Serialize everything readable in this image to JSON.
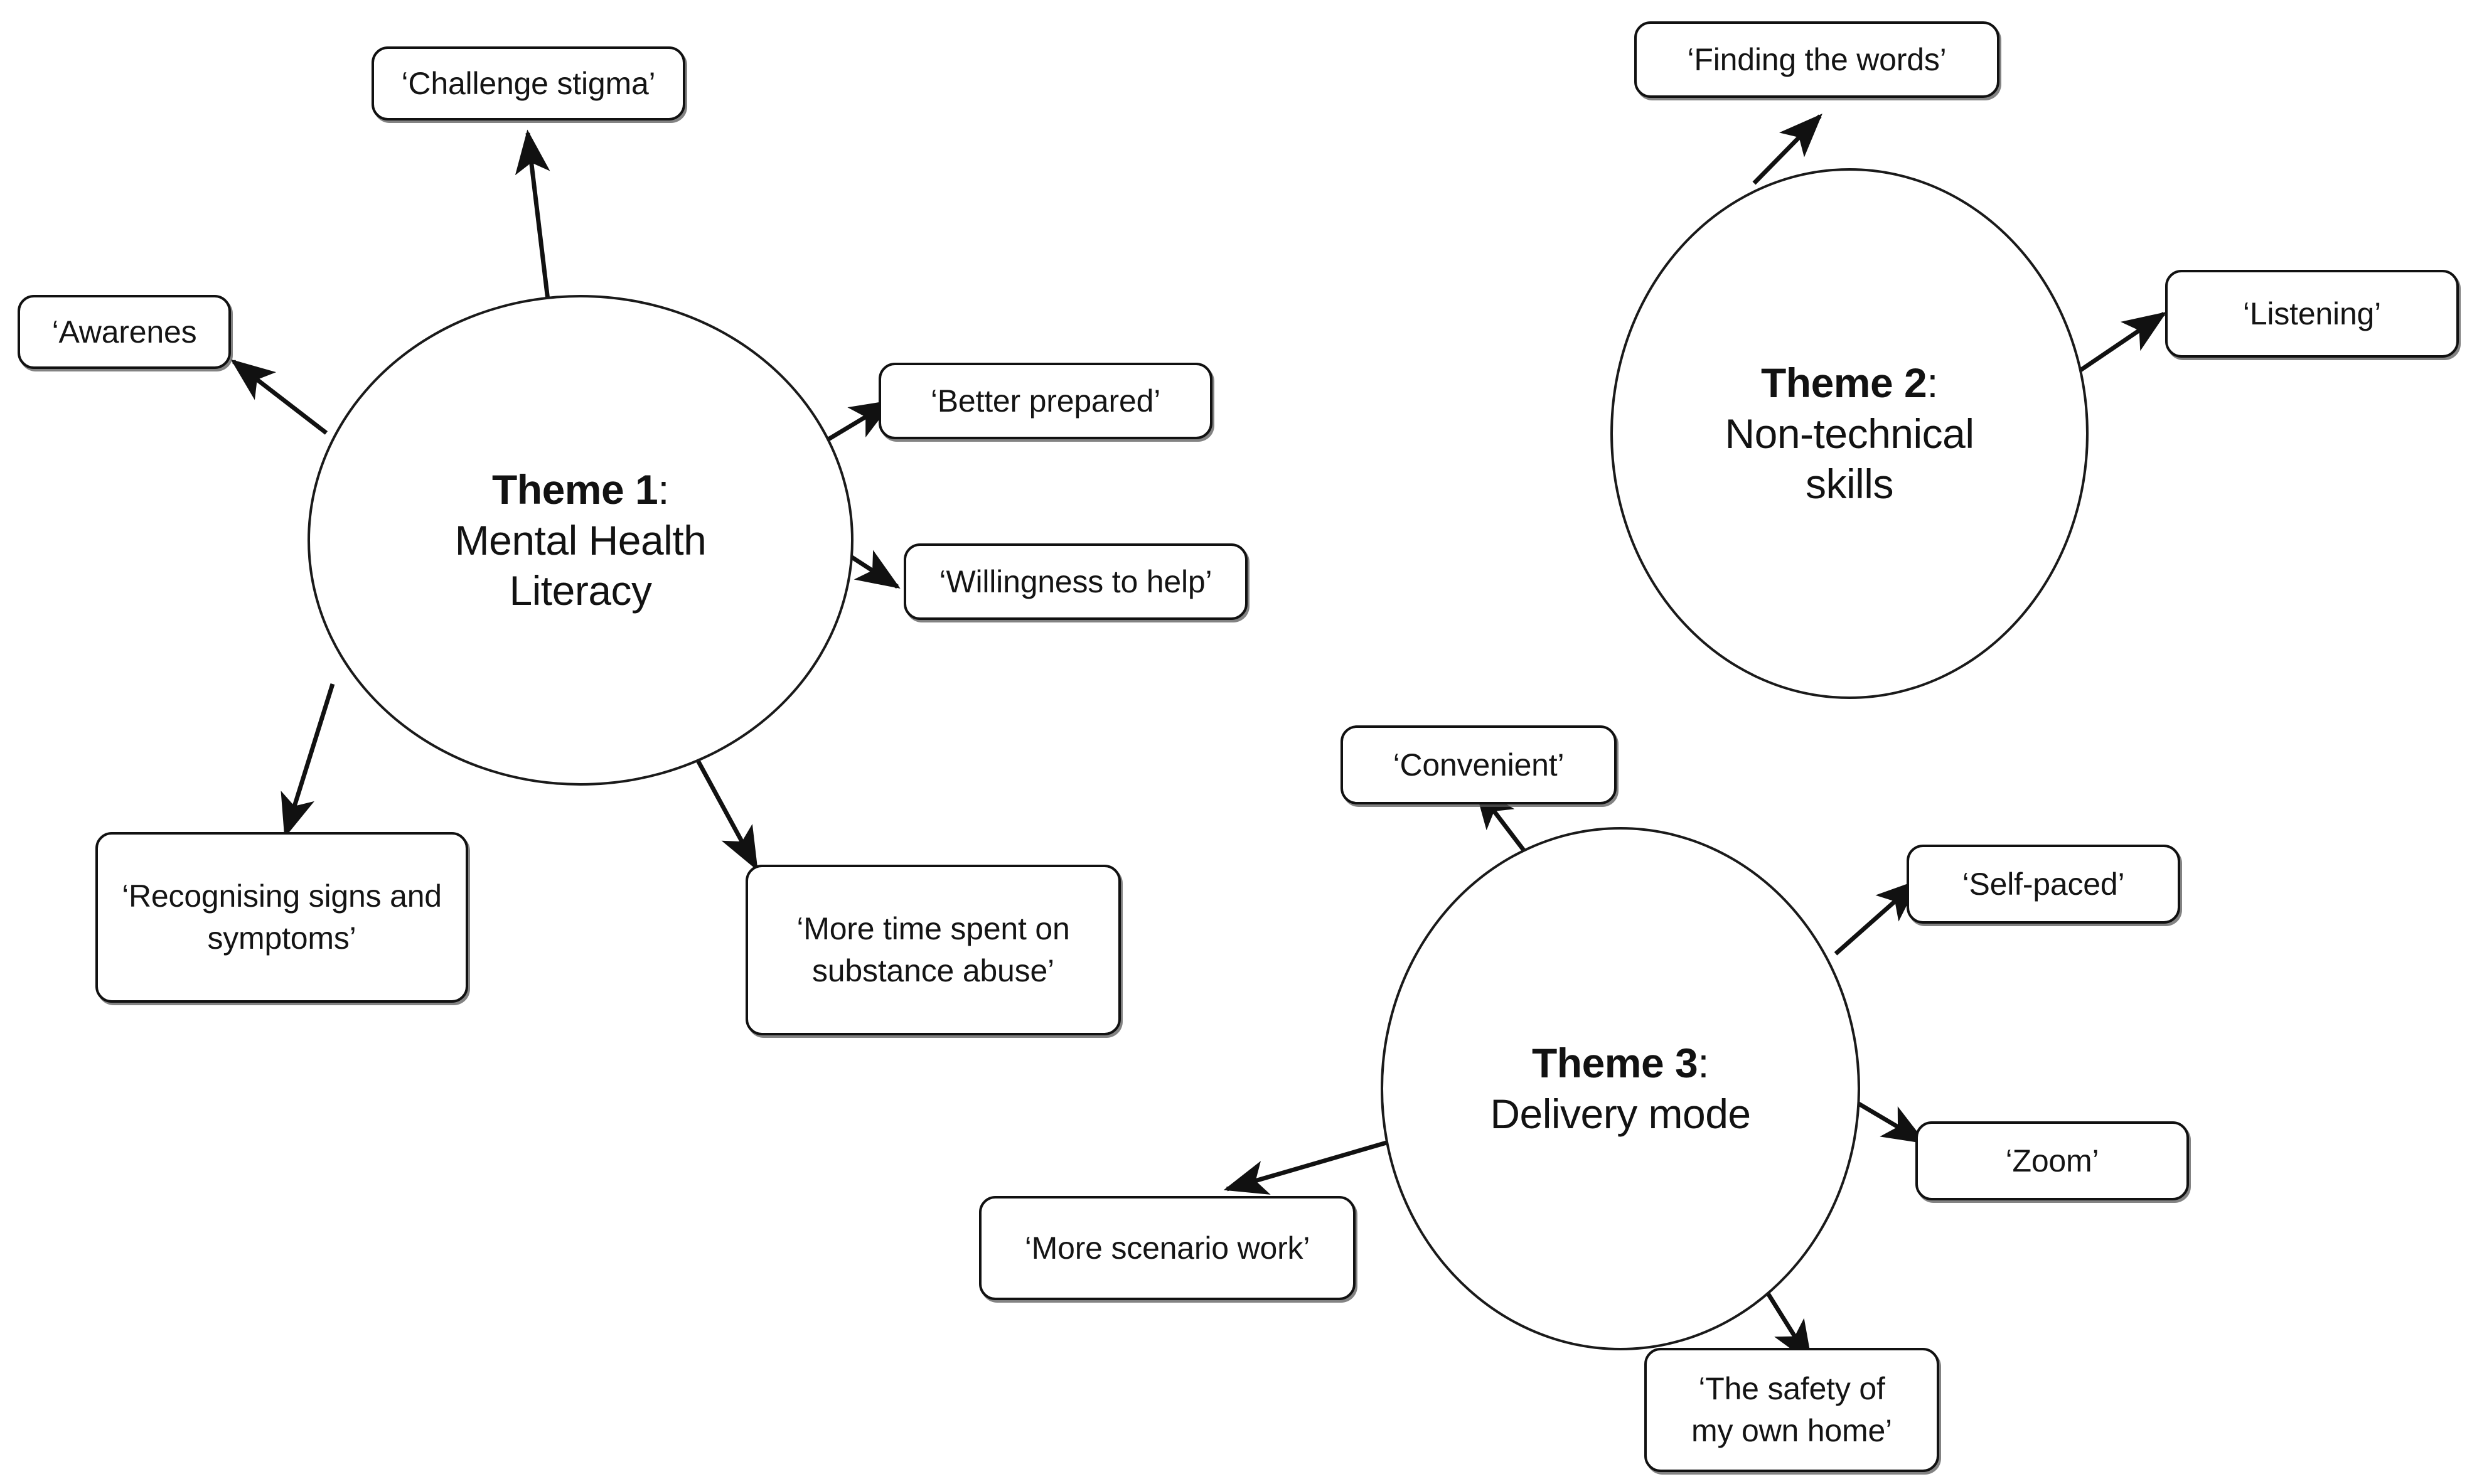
{
  "diagram": {
    "type": "thematic-mind-map",
    "background_color": "#ffffff",
    "line_color": "#111111",
    "text_color": "#141414",
    "themes": [
      {
        "id": "theme-1",
        "title": "Theme 1",
        "title_suffix": ":",
        "subtitle": "Mental Health\nLiteracy",
        "codes": [
          "‘Challenge stigma’",
          "‘Awarenes",
          "‘Better prepared’",
          "‘Willingness to help’",
          "‘Recognising signs and\nsymptoms’",
          "‘More time spent on\nsubstance abuse’"
        ]
      },
      {
        "id": "theme-2",
        "title": "Theme 2",
        "title_suffix": ":",
        "subtitle": "Non-technical\nskills",
        "codes": [
          "‘Finding the words’",
          "‘Listening’"
        ]
      },
      {
        "id": "theme-3",
        "title": "Theme 3",
        "title_suffix": ":",
        "subtitle": "Delivery mode",
        "codes": [
          "‘Convenient’",
          "‘Self-paced’",
          "‘Zoom’",
          "‘The safety of\nmy own home’",
          "‘More scenario work’"
        ]
      }
    ],
    "boxes": {
      "challenge_stigma": "‘Challenge stigma’",
      "awareness": "‘Awarenes",
      "better_prepared": "‘Better prepared’",
      "willingness_to_help": "‘Willingness to help’",
      "recognising_signs": "‘Recognising signs and\nsymptoms’",
      "more_time_substance": "‘More time spent on\nsubstance abuse’",
      "finding_the_words": "‘Finding the words’",
      "listening": "‘Listening’",
      "convenient": "‘Convenient’",
      "self_paced": "‘Self-paced’",
      "zoom": "‘Zoom’",
      "safety_own_home": "‘The safety of\nmy own home’",
      "more_scenario_work": "‘More scenario work’"
    },
    "theme1": {
      "title": "Theme 1",
      "colon": ":",
      "subtitle": "Mental Health\nLiteracy"
    },
    "theme2": {
      "title": "Theme 2",
      "colon": ":",
      "subtitle": "Non-technical\nskills"
    },
    "theme3": {
      "title": "Theme 3",
      "colon": ":",
      "subtitle": "Delivery mode"
    }
  }
}
